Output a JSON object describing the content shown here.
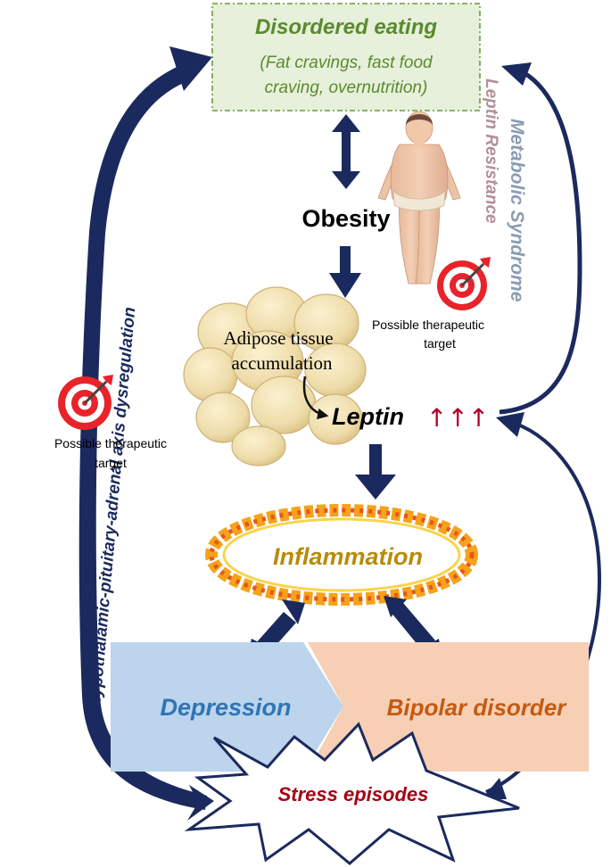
{
  "title_box": {
    "title": "Disordered eating",
    "sub_line1": "(Fat cravings, fast food",
    "sub_line2": "craving, overnutrition)"
  },
  "nodes": {
    "obesity": "Obesity",
    "adipose_line1": "Adipose tissue",
    "adipose_line2": "accumulation",
    "leptin": "Leptin",
    "leptin_arrows": "↑↑↑",
    "inflammation": "Inflammation",
    "depression": "Depression",
    "bipolar": "Bipolar disorder",
    "stress": "Stress episodes"
  },
  "side_labels": {
    "hpa": "Hypothalamic-pituitary-adrenal axis dysregulation",
    "leptin_resistance": "Leptin Resistance",
    "metabolic_syndrome": "Metabolic Syndrome"
  },
  "targets": {
    "right_line1": "Possible therapeutic",
    "right_line2": "target",
    "left_line1": "Possible therapeutic",
    "left_line2": "target"
  },
  "colors": {
    "navy": "#1b2a5e",
    "green": "#5a8a2e",
    "green_box": "#e6f0da",
    "brown": "#7a6a32",
    "leptin_resistance": "#b38f99",
    "metabolic_syndrome": "#8a9cb3",
    "depression_bg": "#bcd4ec",
    "depression_text": "#2e75b6",
    "bipolar_bg": "#f6cfb5",
    "bipolar_text": "#c55a11",
    "stress_text": "#a30016",
    "target_red": "#e8232a",
    "leptin_red": "#b3002a"
  }
}
